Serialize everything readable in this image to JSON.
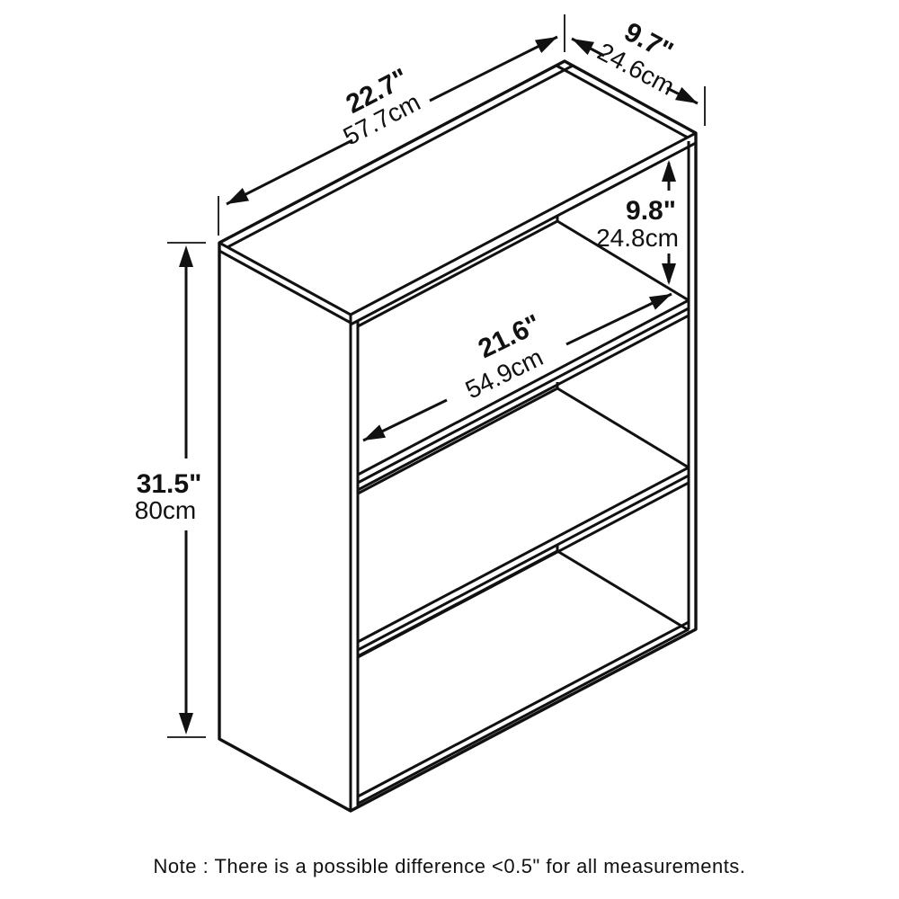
{
  "dimensions": {
    "width": {
      "in": "22.7\"",
      "cm": "57.7cm"
    },
    "depth": {
      "in": "9.7\"",
      "cm": "24.6cm"
    },
    "height": {
      "in": "31.5\"",
      "cm": "80cm"
    },
    "opening_height": {
      "in": "9.8\"",
      "cm": "24.8cm"
    },
    "shelf_width": {
      "in": "21.6\"",
      "cm": "54.9cm"
    }
  },
  "note": "Note : There is a possible difference <0.5\" for all measurements.",
  "colors": {
    "line": "#111111",
    "background": "#ffffff"
  }
}
